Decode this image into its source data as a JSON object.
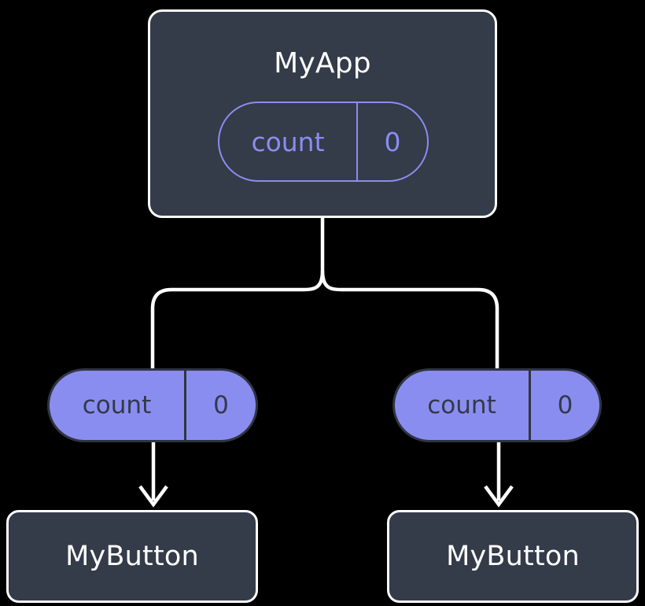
{
  "diagram": {
    "type": "component-tree",
    "background_color": "#000000",
    "colors": {
      "node_fill": "#343b49",
      "node_border": "#fdfdfd",
      "node_text": "#ffffff",
      "accent": "#8a8df0",
      "pill_text_dark": "#33394a",
      "connector": "#ffffff"
    },
    "root": {
      "title": "MyApp",
      "state": {
        "key": "count",
        "value": "0"
      }
    },
    "children": [
      {
        "state": {
          "key": "count",
          "value": "0"
        },
        "title": "MyButton"
      },
      {
        "state": {
          "key": "count",
          "value": "0"
        },
        "title": "MyButton"
      }
    ]
  }
}
